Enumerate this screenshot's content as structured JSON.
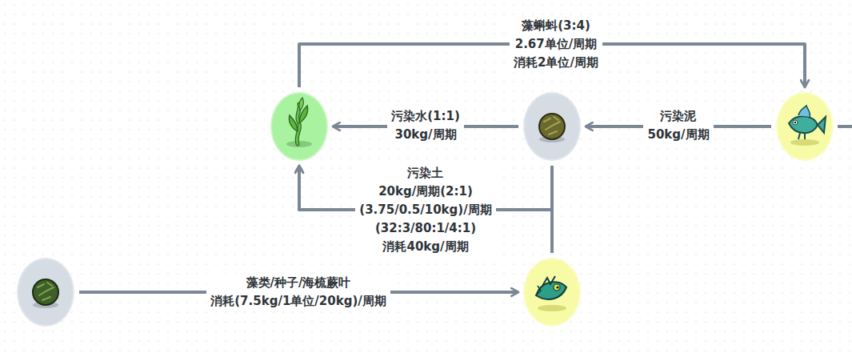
{
  "diagram": {
    "nodes": [
      {
        "text": []
      },
      {
        "text": []
      },
      {
        "text": []
      },
      {
        "text": []
      },
      {
        "text": []
      }
    ],
    "edges": [
      {
        "from": 0,
        "to": 2,
        "arrow": "to",
        "label": "藻蝌蚪(3:4) 2.67单位/周期 消耗2单位/周期"
      },
      {
        "from": 1,
        "to": 0,
        "arrow": "to",
        "label": "污染水(1:1) 30kg/周期"
      },
      {
        "from": 2,
        "to": 1,
        "arrow": "to",
        "label": "污染泥 50kg/周期"
      },
      {
        "from": 1,
        "to": 0,
        "arrow": "to"
      },
      {
        "from": 4,
        "to": 0,
        "arrow": "to",
        "label": "污染土 20kg/周期(2:1) (3.75/0.5/10kg)/周期 (32:3/80:1/4:1) 消耗40kg/周期"
      },
      {
        "from": 3,
        "to": 4,
        "arrow": "to",
        "label": "藻类/种子/海梳蕨叶 消耗(7.5kg/1单位/20kg)/周期"
      }
    ]
  }
}
